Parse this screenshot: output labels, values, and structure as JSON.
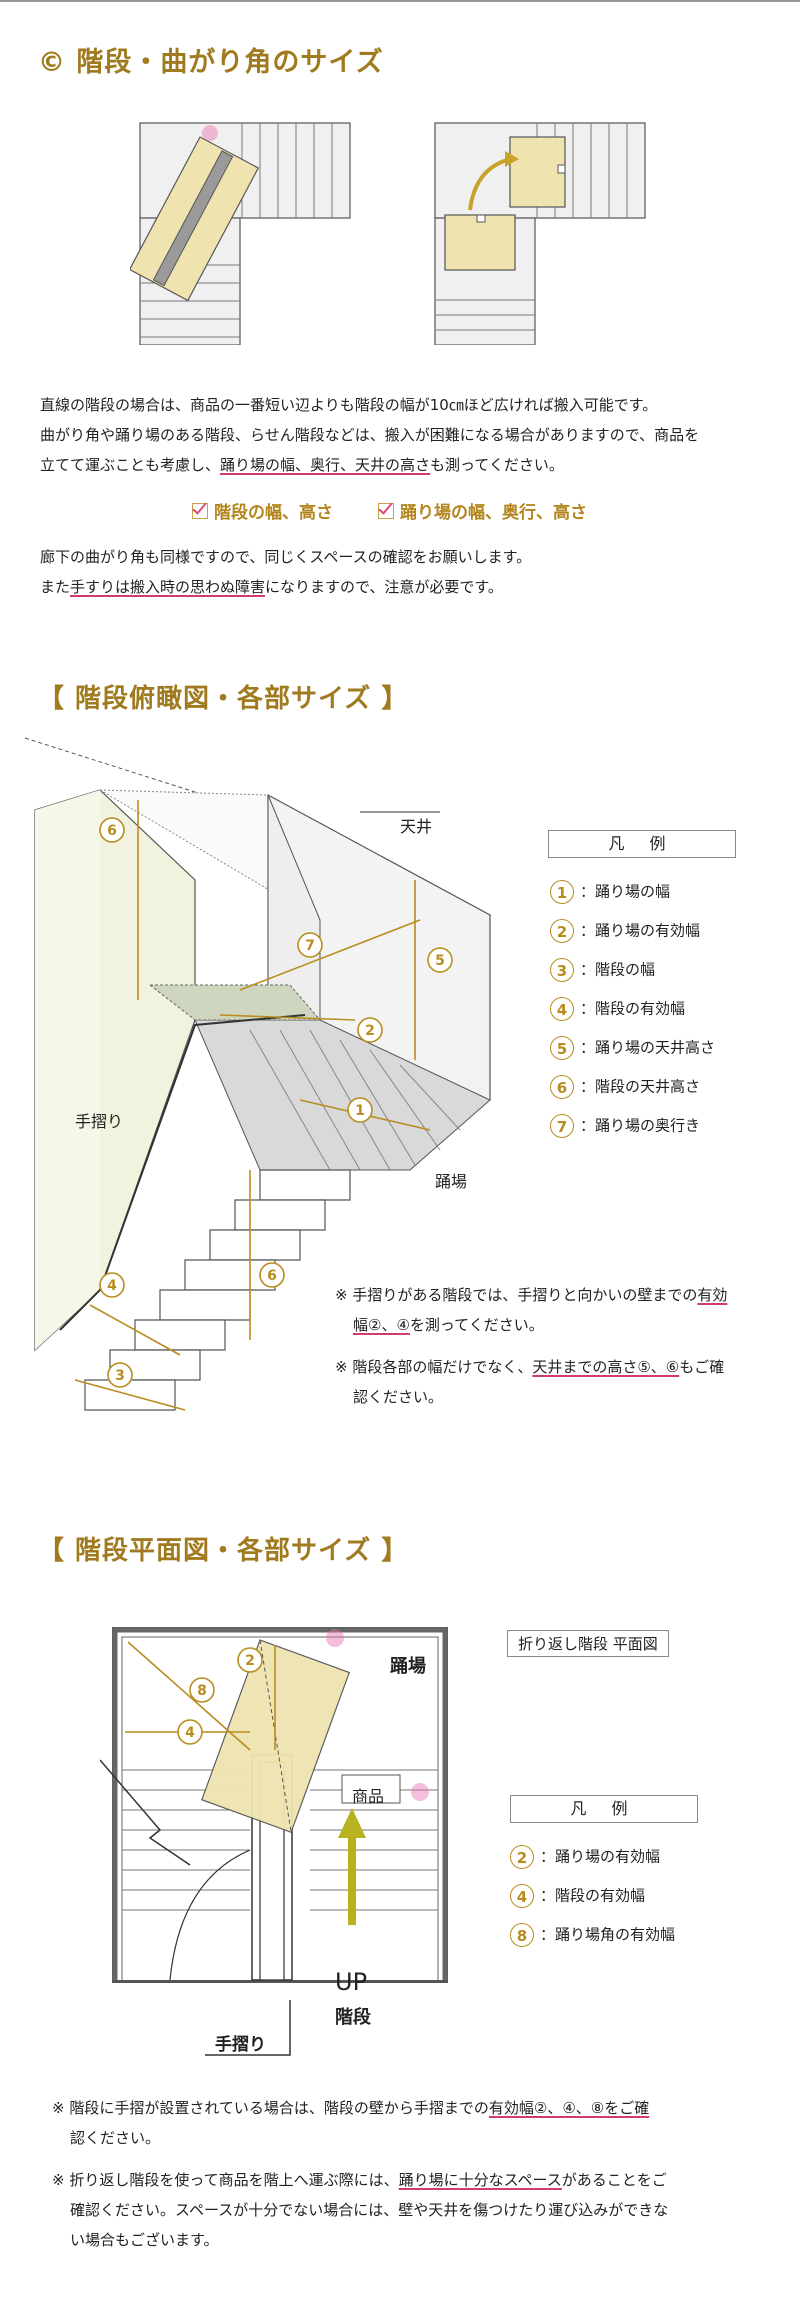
{
  "section1": {
    "title": "© 階段・曲がり角のサイズ",
    "para1_line1": "直線の階段の場合は、商品の一番短い辺よりも階段の幅が10㎝ほど広ければ搬入可能です。",
    "para1_line2": "曲がり角や踊り場のある階段、らせん階段などは、搬入が困難になる場合がありますので、商品を",
    "para1_line3a": "立てて運ぶことも考慮し、",
    "para1_line3u": "踊り場の幅、奥行、天井の高さ",
    "para1_line3b": "も測ってください。",
    "check1": "階段の幅、高さ",
    "check2": "踊り場の幅、奥行、高さ",
    "para2_line1": "廊下の曲がり角も同様ですので、同じくスペースの確認をお願いします。",
    "para2_line2a": "また",
    "para2_line2u": "手すりは搬入時の思わぬ障害",
    "para2_line2b": "になりますので、注意が必要です。"
  },
  "section2": {
    "title": "【 階段俯瞰図・各部サイズ 】",
    "label_ceiling": "天井",
    "label_handrail": "手摺り",
    "label_landing": "踊場",
    "legend_title": "凡 例",
    "legend": [
      {
        "num": "1",
        "text": "：踊り場の幅"
      },
      {
        "num": "2",
        "text": "：踊り場の有効幅"
      },
      {
        "num": "3",
        "text": "：階段の幅"
      },
      {
        "num": "4",
        "text": "：階段の有効幅"
      },
      {
        "num": "5",
        "text": "：踊り場の天井高さ"
      },
      {
        "num": "6",
        "text": "：階段の天井高さ"
      },
      {
        "num": "7",
        "text": "：踊り場の奥行き"
      }
    ],
    "diagram_nums": [
      "6",
      "7",
      "5",
      "2",
      "1",
      "6",
      "4",
      "3"
    ],
    "note1_a": "※ 手摺りがある階段では、手摺りと向かいの壁までの",
    "note1_u1": "有効",
    "note1_u2": "幅②、④",
    "note1_b": "を測ってください。",
    "note2_a": "※ 階段各部の幅だけでなく、",
    "note2_u": "天井までの高さ⑤、⑥",
    "note2_b": "もご確",
    "note2_c": "認ください。"
  },
  "section3": {
    "title": "【 階段平面図・各部サイズ 】",
    "plan_label": "折り返し階段 平面図",
    "label_landing": "踊場",
    "label_product": "商品",
    "label_up": "UP",
    "label_stairs": "階段",
    "label_handrail": "手摺り",
    "diagram_nums": [
      "8",
      "2",
      "4"
    ],
    "legend_title": "凡 例",
    "legend": [
      {
        "num": "2",
        "text": "：踊り場の有効幅"
      },
      {
        "num": "4",
        "text": "：階段の有効幅"
      },
      {
        "num": "8",
        "text": "：踊り場角の有効幅"
      }
    ],
    "note1_a": "※ 階段に手摺が設置されている場合は、階段の壁から手摺までの",
    "note1_u": "有効幅②、④、⑧をご確",
    "note1_b": "認ください。",
    "note2_a": "※ 折り返し階段を使って商品を階上へ運ぶ際には、",
    "note2_u": "踊り場に十分なスペース",
    "note2_b": "があることをご",
    "note2_c": "確認ください。スペースが十分でない場合には、壁や天井を傷つけたり運び込みができな",
    "note2_d": "い場合もございます。"
  },
  "colors": {
    "accent": "#a07a1e",
    "circle": "#b98c1f",
    "underline": "#d23c6b",
    "box": "#efe4b0"
  }
}
